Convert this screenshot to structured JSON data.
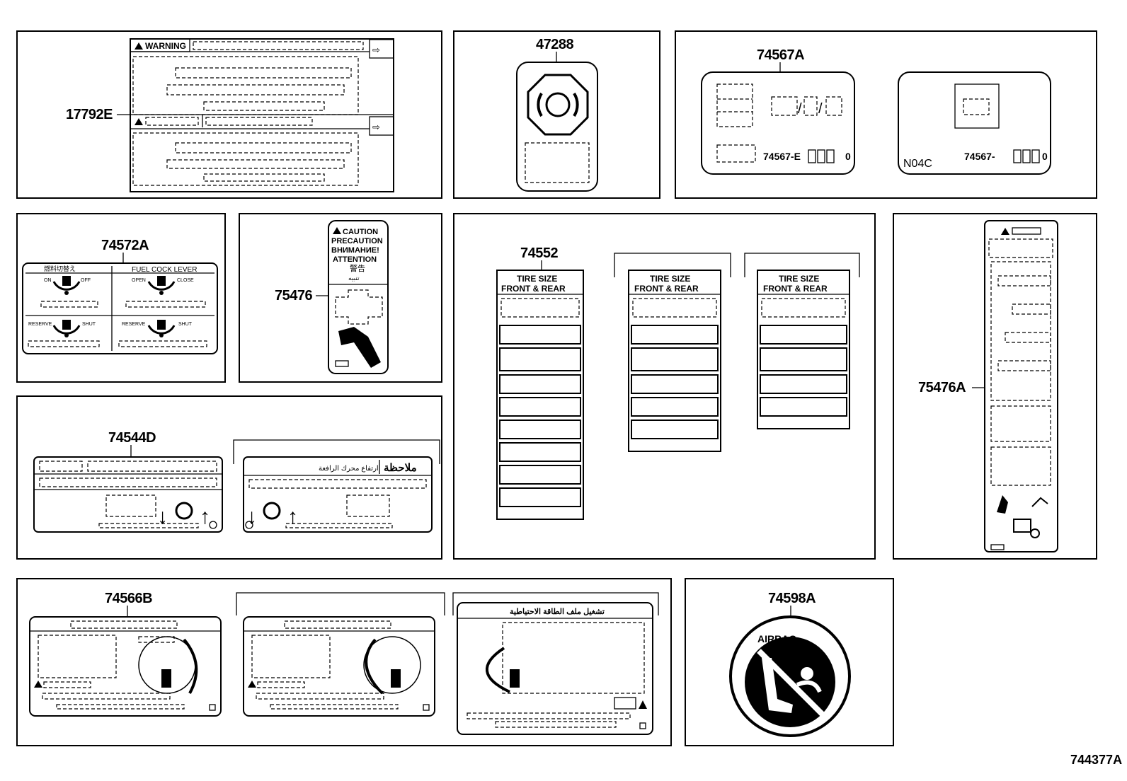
{
  "diagram_id": "744377A",
  "parts": {
    "p17792e": "17792E",
    "p47288": "47288",
    "p74567a": "74567A",
    "p74572a": "74572A",
    "p75476": "75476",
    "p74552": "74552",
    "p75476a": "75476A",
    "p74544d": "74544D",
    "p74566b": "74566B",
    "p74598a": "74598A"
  },
  "labels": {
    "warning": "WARNING",
    "fuel_cock_lever": "FUEL COCK LEVER",
    "caution_lines": [
      "CAUTION",
      "PRECAUTION",
      "ВНИМАНИЕ!",
      "ATTENTION",
      "警告",
      "تنبيه"
    ],
    "tire_size_line1": "TIRE SIZE",
    "tire_size_line2": "FRONT & REAR",
    "code_74567_e": "74567-E",
    "code_74567": "74567-",
    "n04c": "N04C",
    "note_arabic": "ملاحظة",
    "arabic_hint": "ارتفاع محرك الرافعة",
    "arabic_title": "تشغيل ملف الطاقة الاحتياطية",
    "airbag": "AIRBAG",
    "chinese_top": "燃料切替え",
    "lever_marks": [
      "ON",
      "OFF",
      "OPEN",
      "CLOSE",
      "RESERVE",
      "SHUT"
    ],
    "digit_zero": "0"
  }
}
